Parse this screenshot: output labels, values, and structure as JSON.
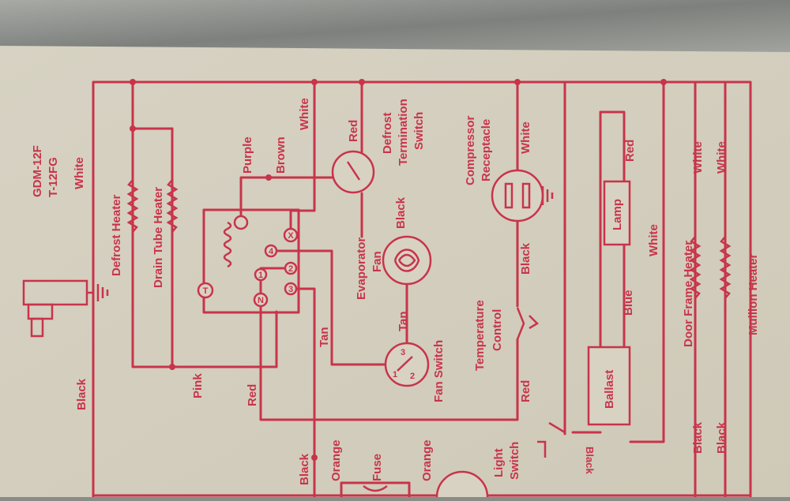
{
  "colors": {
    "ink": "#c8344a",
    "paper": "#dcd6c6",
    "metal": "#9a9c98"
  },
  "labels": {
    "model_1": "GDM-12F",
    "model_2": "T-12FG",
    "white_left": "White",
    "defrost_heater": "Defrost Heater",
    "drain_tube_heater": "Drain Tube Heater",
    "black_left": "Black",
    "pink": "Pink",
    "red_left": "Red",
    "black_bottom": "Black",
    "orange_1": "Orange",
    "orange_2": "Orange",
    "fuse": "Fuse",
    "purple": "Purple",
    "brown": "Brown",
    "white_top": "White",
    "red_dts": "Red",
    "defrost_termination_switch_1": "Defrost",
    "defrost_termination_switch_2": "Termination",
    "defrost_termination_switch_3": "Switch",
    "black_fan": "Black",
    "evaporator_fan_1": "Evaporator",
    "evaporator_fan_2": "Fan",
    "tan_1": "Tan",
    "tan_2": "Tan",
    "fan_switch": "Fan Switch",
    "temperature_control_1": "Temperature",
    "temperature_control_2": "Control",
    "red_tc": "Red",
    "compressor_receptacle_1": "Compressor",
    "compressor_receptacle_2": "Receptacle",
    "white_comp": "White",
    "black_comp": "Black",
    "light_switch_1": "Light",
    "light_switch_2": "Switch",
    "black_light": "Black",
    "red_lamp": "Red",
    "lamp": "Lamp",
    "white_lamp": "White",
    "blue": "Blue",
    "ballast": "Ballast",
    "door_frame_heater": "Door Frame Heater",
    "mullion_heater": "Mullion Heater",
    "white_df": "White",
    "white_mh": "White",
    "black_df": "Black",
    "black_mh": "Black",
    "timer_T": "T",
    "timer_N": "N",
    "timer_1": "1",
    "timer_2": "2",
    "timer_3": "3",
    "timer_4": "4",
    "timer_X": "X",
    "fs_1": "1",
    "fs_2": "2",
    "fs_3": "3"
  }
}
